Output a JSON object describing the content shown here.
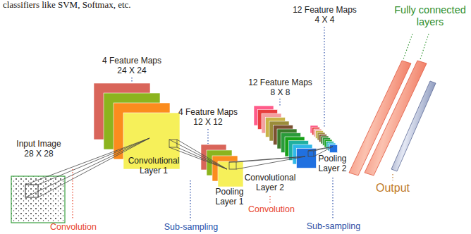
{
  "diagram": {
    "labels": [
      "classifiers like SVM, Softmax, etc.",
      "12 Feature Maps 4 X 4",
      "Fully connected layers",
      "4 Feature Maps 24 X 24",
      "12 Feature Maps 8 X 8",
      "4 Feature Maps 12 X 12",
      "Input Image 28 X 28",
      "Pooling Layer 2",
      "Convolutional Layer 1",
      "Convolutional Layer 2",
      "Output",
      "Pooling Layer 1",
      "Convolution",
      "Convolution",
      "Sub-sampling",
      "Sub-sampling"
    ]
  }
}
